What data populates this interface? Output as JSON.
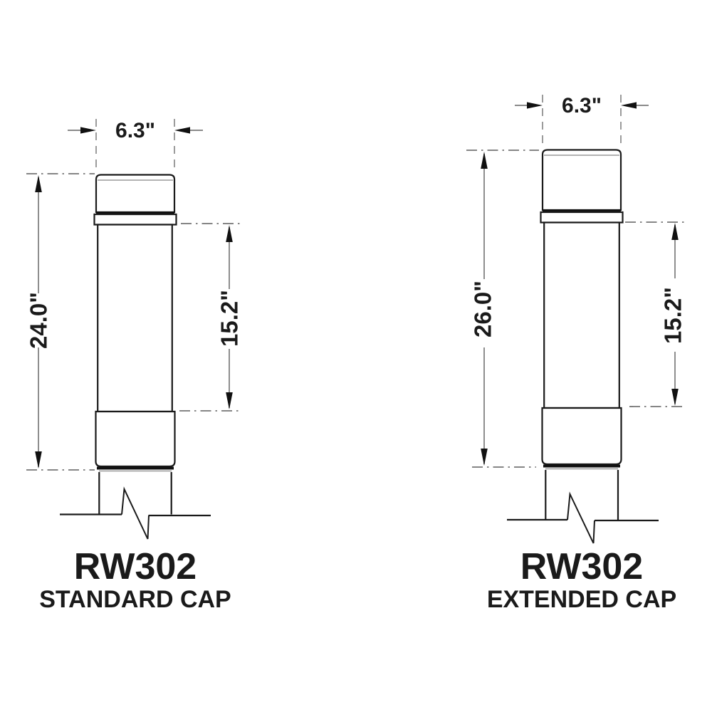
{
  "drawing": {
    "figures": [
      {
        "model": "RW302",
        "cap_type": "STANDARD CAP",
        "dim_width": "6.3\"",
        "dim_overall_height": "24.0\"",
        "dim_shaft_height": "15.2\""
      },
      {
        "model": "RW302",
        "cap_type": "EXTENDED CAP",
        "dim_width": "6.3\"",
        "dim_overall_height": "26.0\"",
        "dim_shaft_height": "15.2\""
      }
    ],
    "colors": {
      "object_line": "#1a1a1a",
      "dimension_line": "#7a7a7a",
      "arrowhead": "#111111",
      "text": "#1a1a1a",
      "background": "#ffffff"
    }
  }
}
